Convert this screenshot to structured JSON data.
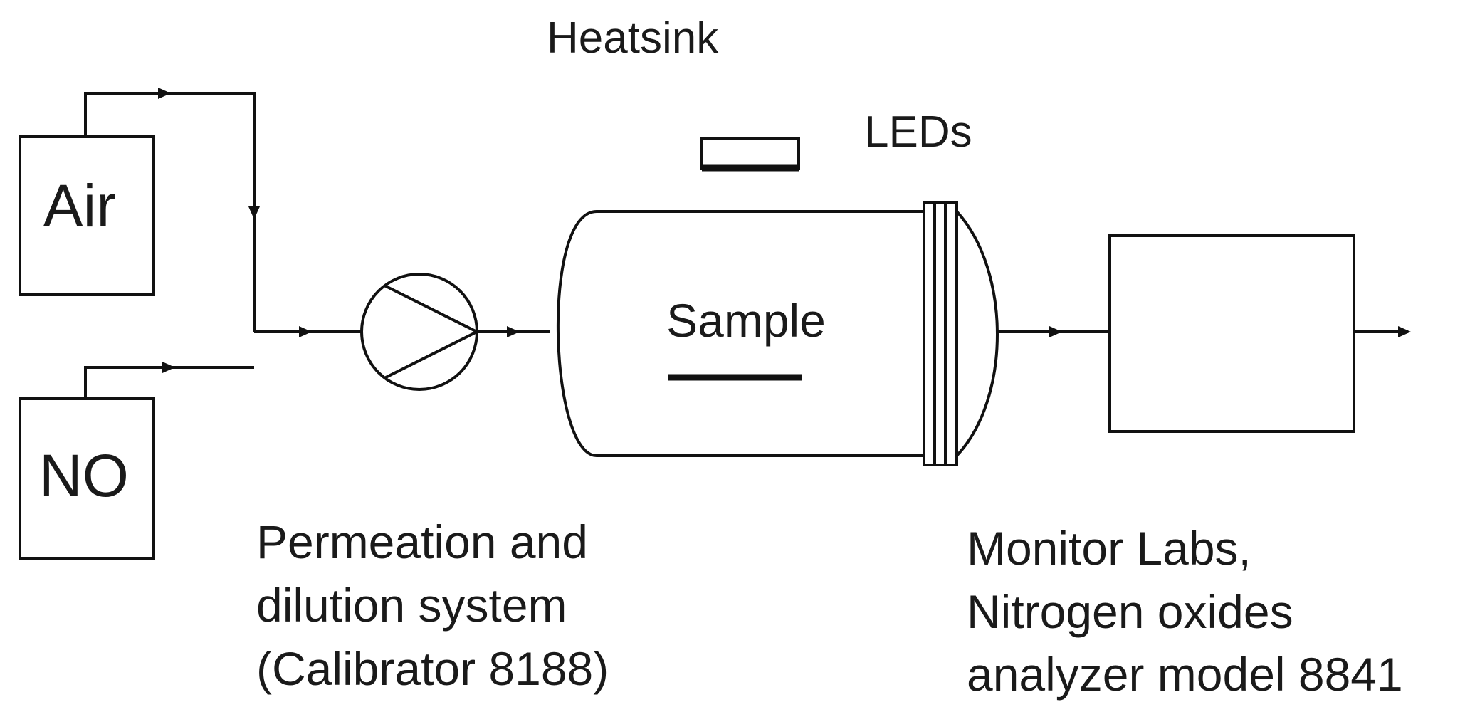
{
  "labels": {
    "heatsink": "Heatsink",
    "leds": "LEDs",
    "air": "Air",
    "no": "NO",
    "sample": "Sample",
    "calibrator_line1": "Permeation and",
    "calibrator_line2": "dilution system",
    "calibrator_line3": "(Calibrator 8188)",
    "analyzer_line1": "Monitor Labs,",
    "analyzer_line2": "Nitrogen oxides",
    "analyzer_line3": "analyzer model 8841"
  }
}
